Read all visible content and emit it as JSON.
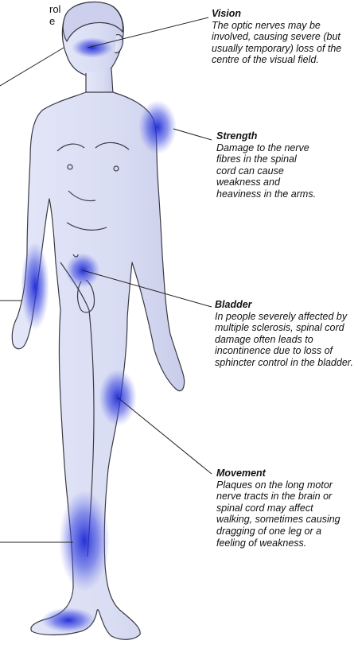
{
  "fragments": {
    "top_left_line1": "rol",
    "top_left_line2": "e"
  },
  "callouts": [
    {
      "key": "vision",
      "title": "Vision",
      "text": "The optic nerves may be involved, causing severe (but usually temporary) loss of the centre of the visual field."
    },
    {
      "key": "strength",
      "title": "Strength",
      "text": "Damage to the nerve fibres in the spinal cord can cause weakness and heaviness in the arms."
    },
    {
      "key": "bladder",
      "title": "Bladder",
      "text": "In people severely affected by multiple sclerosis, spinal cord damage often leads to incontinence due to loss of sphincter control in the bladder."
    },
    {
      "key": "movement",
      "title": "Movement",
      "text": "Plaques on the long motor nerve tracts in the brain or spinal cord may affect walking, sometimes causing dragging of one leg or a feeling of weakness."
    }
  ],
  "colors": {
    "body_fill": "#dfe2f6",
    "body_outline": "#3a3a44",
    "highlight": "#2530d8",
    "leader_line": "#222222"
  }
}
